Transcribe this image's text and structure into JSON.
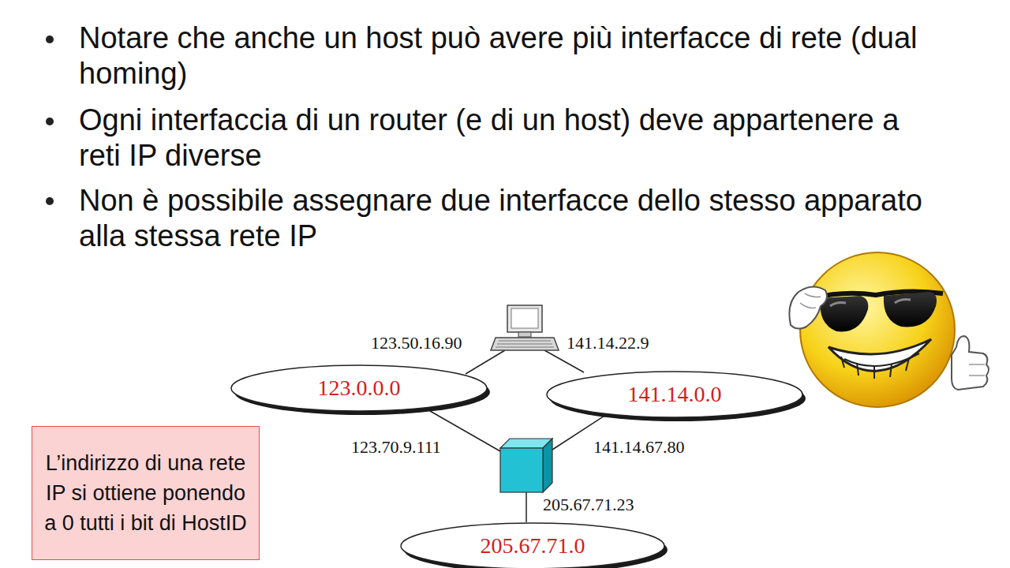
{
  "diagram": {
    "nodes": [
      {
        "text": [
          "123.0.0.0"
        ]
      },
      {
        "text": [
          "141.14.0.0"
        ]
      },
      {
        "text": [
          "L’indirizzo di una rete IP si ottiene ponendo a 0 tutti i bit di HostID"
        ]
      },
      {
        "text": [
          "205.67.71.0"
        ]
      }
    ],
    "labels": [
      "Notare che anche un host può avere più interfacce di rete (dual homing)",
      "Ogni interfaccia di un router (e di un host) deve appartenere a reti IP diverse",
      "Non è possibile assegnare due interfacce dello stesso apparato alla stessa rete IP",
      "123.50.16.90",
      "141.14.22.9",
      "123.70.9.111",
      "141.14.67.80",
      "205.67.71.23"
    ]
  }
}
